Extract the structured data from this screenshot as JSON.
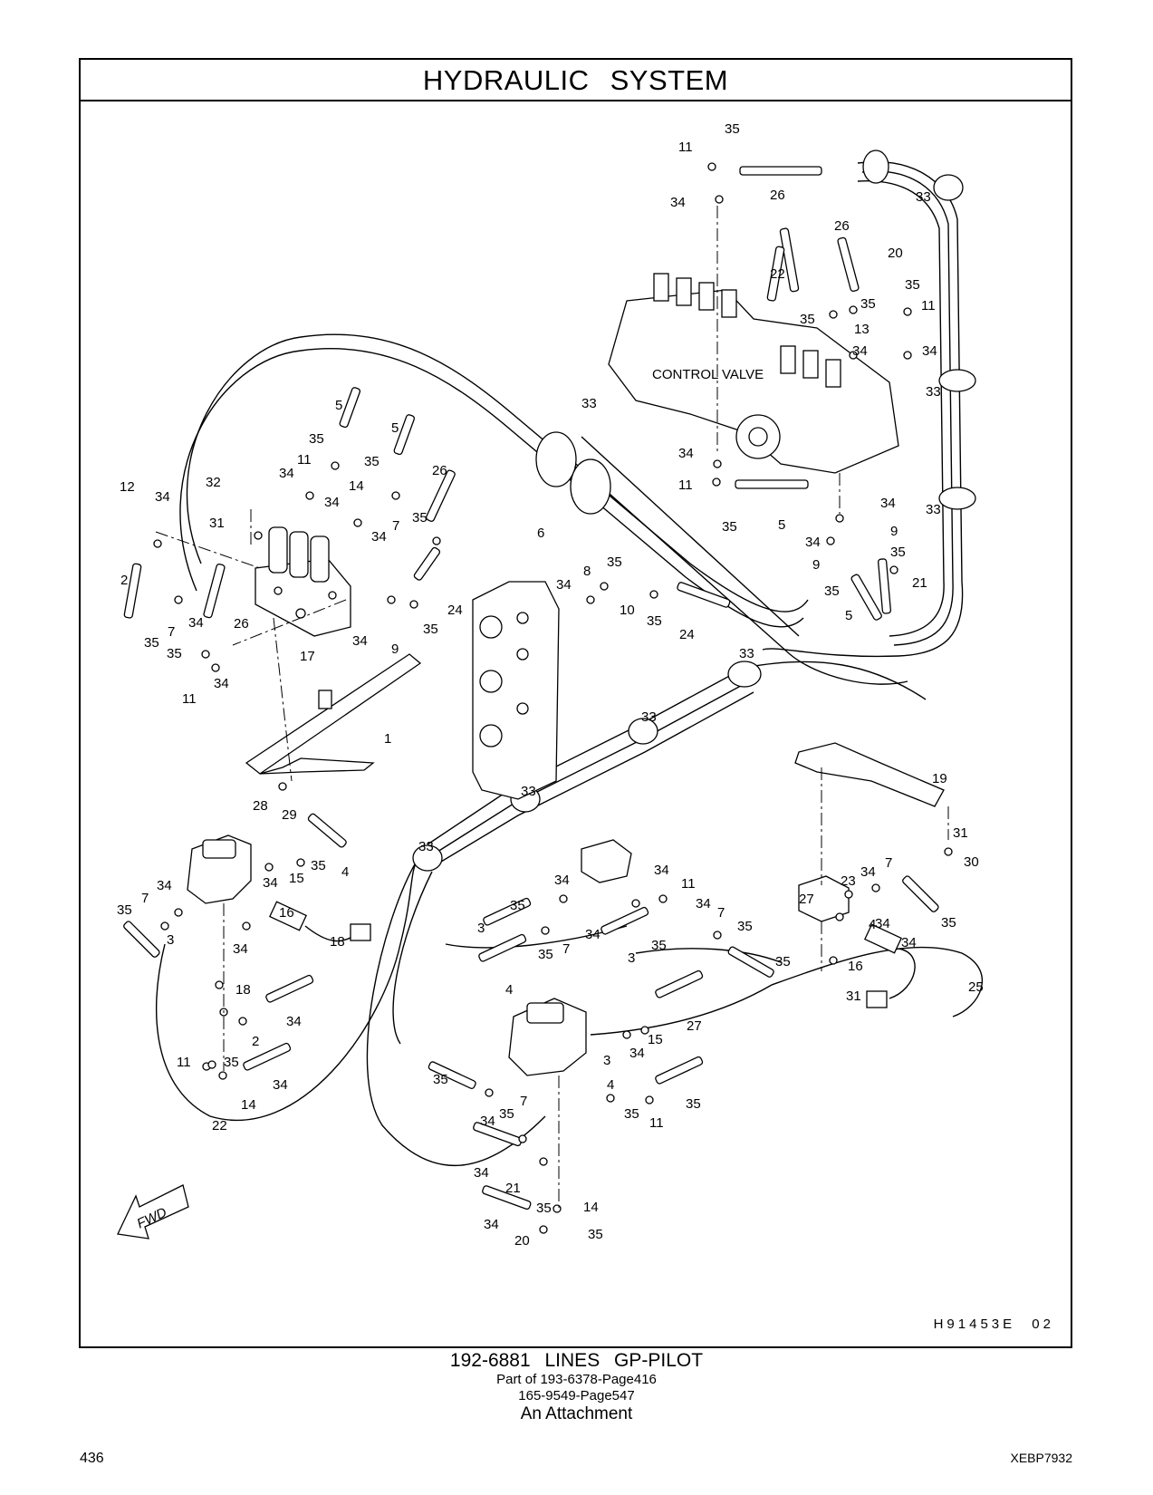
{
  "header": {
    "title": "HYDRAULIC   SYSTEM"
  },
  "diagram": {
    "drawing_code": "H91453E   02",
    "valve_label": "CONTROL VALVE",
    "fwd_label": "FWD",
    "callouts": [
      "35",
      "11",
      "26",
      "33",
      "34",
      "26",
      "20",
      "22",
      "35",
      "35",
      "11",
      "35",
      "13",
      "34",
      "34",
      "33",
      "33",
      "34",
      "11",
      "35",
      "5",
      "33",
      "34",
      "9",
      "35",
      "9",
      "34",
      "35",
      "5",
      "21",
      "33",
      "6",
      "5",
      "35",
      "5",
      "34",
      "11",
      "35",
      "26",
      "14",
      "34",
      "32",
      "12",
      "34",
      "31",
      "7",
      "35",
      "34",
      "2",
      "24",
      "35",
      "34",
      "8",
      "35",
      "10",
      "35",
      "24",
      "7",
      "34",
      "26",
      "35",
      "35",
      "9",
      "17",
      "34",
      "11",
      "34",
      "1",
      "33",
      "28",
      "29",
      "33",
      "19",
      "31",
      "30",
      "33",
      "34",
      "15",
      "35",
      "4",
      "34",
      "7",
      "35",
      "16",
      "18",
      "3",
      "34",
      "34",
      "34",
      "11",
      "35",
      "34",
      "7",
      "35",
      "3",
      "34",
      "4",
      "3",
      "35",
      "7",
      "35",
      "34",
      "35",
      "27",
      "27",
      "23",
      "34",
      "7",
      "35",
      "4",
      "34",
      "16",
      "31",
      "25",
      "18",
      "34",
      "2",
      "35",
      "11",
      "34",
      "22",
      "14",
      "35",
      "3",
      "34",
      "15",
      "35",
      "7",
      "34",
      "35",
      "11",
      "35",
      "4",
      "34",
      "21",
      "35",
      "14",
      "34",
      "20",
      "35",
      "11"
    ]
  },
  "caption": {
    "title": "192-6881   LINES  GP-PILOT",
    "line1": "Part of 193-6378-Page416",
    "line2": "165-9549-Page547",
    "line3": "An Attachment"
  },
  "footer": {
    "page_number": "436",
    "doc_code": "XEBP7932"
  }
}
